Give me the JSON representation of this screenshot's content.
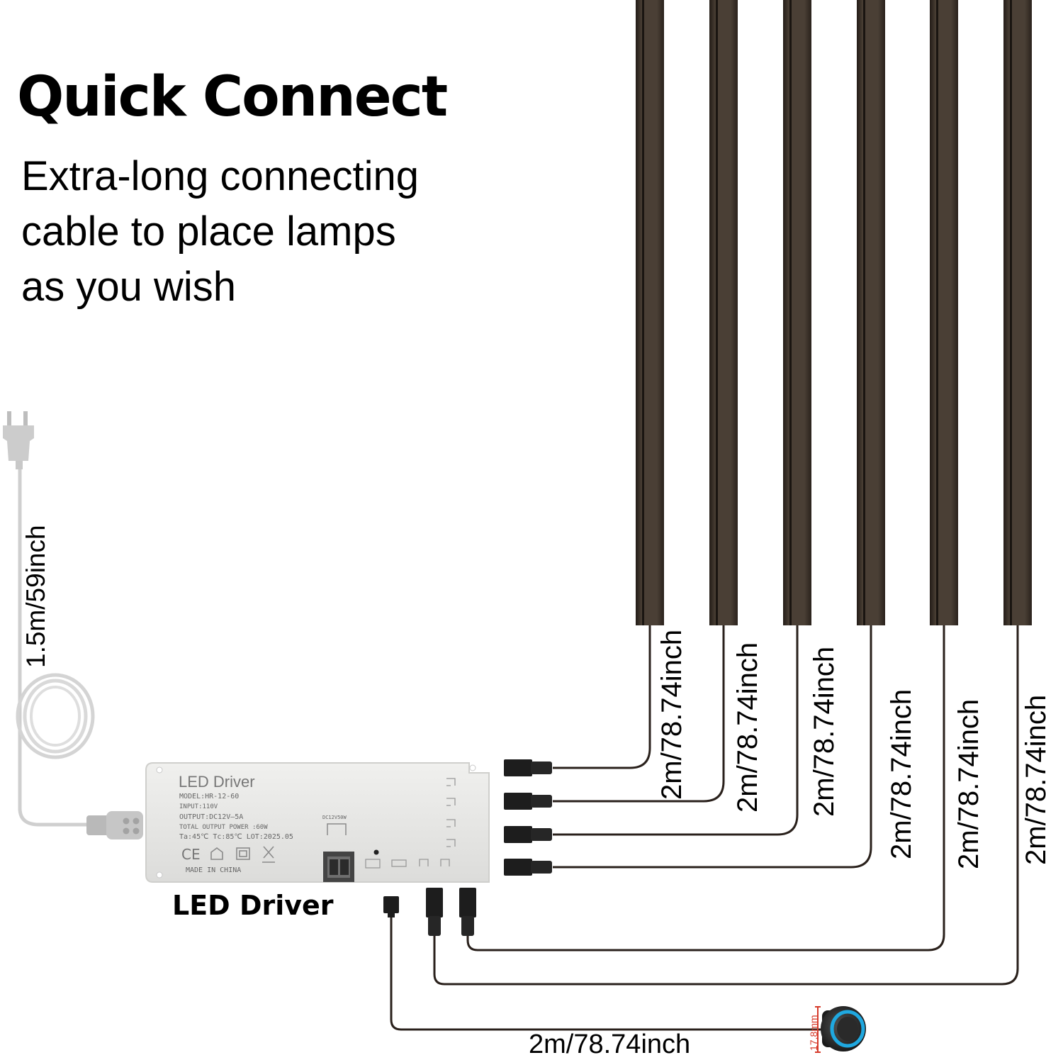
{
  "header": {
    "title": "Quick Connect",
    "subtitle_lines": [
      "Extra-long connecting",
      "cable to place lamps",
      "as you wish"
    ]
  },
  "power_cord": {
    "length_label": "1.5m/59inch"
  },
  "driver": {
    "caption": "LED Driver",
    "label_title": "LED Driver",
    "model": "MODEL:HR-12-60",
    "input": "INPUT:110V",
    "output": "OUTPUT:DC12V–5A",
    "total_power": "TOTAL OUTPUT POWER :60W",
    "temps": "Ta:45℃   Tc:85℃   LOT:2025.05",
    "certs": "CE",
    "origin": "MADE IN CHINA",
    "port_label": "DC12V50W"
  },
  "light_bars": {
    "count": 6,
    "cable_length_label": "2m/78.74inch",
    "bar_color": "#4a3f35",
    "cable_color": "#2a211c"
  },
  "switch": {
    "cable_length_label": "2m/78.74inch",
    "diameter_label": "17.8mm",
    "ring_color": "#1fa8e0"
  }
}
